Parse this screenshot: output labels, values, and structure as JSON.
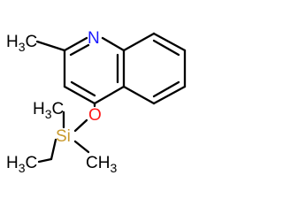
{
  "molecule": {
    "atoms": {
      "methyl_left": {
        "main": "H",
        "sub": "3",
        "tail": "C"
      },
      "nitrogen": "N",
      "oxygen": "O",
      "silicon": "Si",
      "methyl_top": {
        "main": "H",
        "sub": "3",
        "tail": "C"
      },
      "methyl_left_si": {
        "main": "H",
        "sub": "3",
        "tail": "C"
      },
      "methyl_bottom": {
        "main": "CH",
        "sub": "3"
      }
    },
    "colors": {
      "bond": "#000000",
      "carbon_label": "#000000",
      "nitrogen": "#1a1aff",
      "oxygen": "#ff1a1a",
      "silicon": "#c99a2e"
    }
  }
}
